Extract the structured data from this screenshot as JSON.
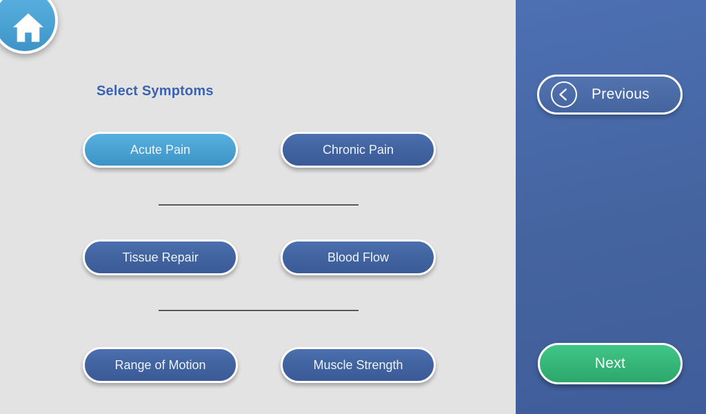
{
  "symptoms": {
    "heading": "Select Symptoms",
    "buttons": [
      {
        "label": "Acute Pain",
        "selected": true
      },
      {
        "label": "Chronic Pain",
        "selected": false
      },
      {
        "label": "Tissue Repair",
        "selected": false
      },
      {
        "label": "Blood Flow",
        "selected": false
      },
      {
        "label": "Range of Motion",
        "selected": false
      },
      {
        "label": "Muscle Strength",
        "selected": false
      }
    ]
  },
  "sidebar": {
    "previous_label": "Previous",
    "next_label": "Next"
  },
  "icons": {
    "home": "home-icon",
    "previous": "chevron-left-icon"
  },
  "colors": {
    "background": "#e3e3e3",
    "sidebar": "#44649f",
    "button_default": "#41639f",
    "button_selected": "#4aa2d3",
    "next_button": "#36b679",
    "heading_text": "#3a63b2",
    "button_text": "#ffffff",
    "divider": "#56565a"
  }
}
